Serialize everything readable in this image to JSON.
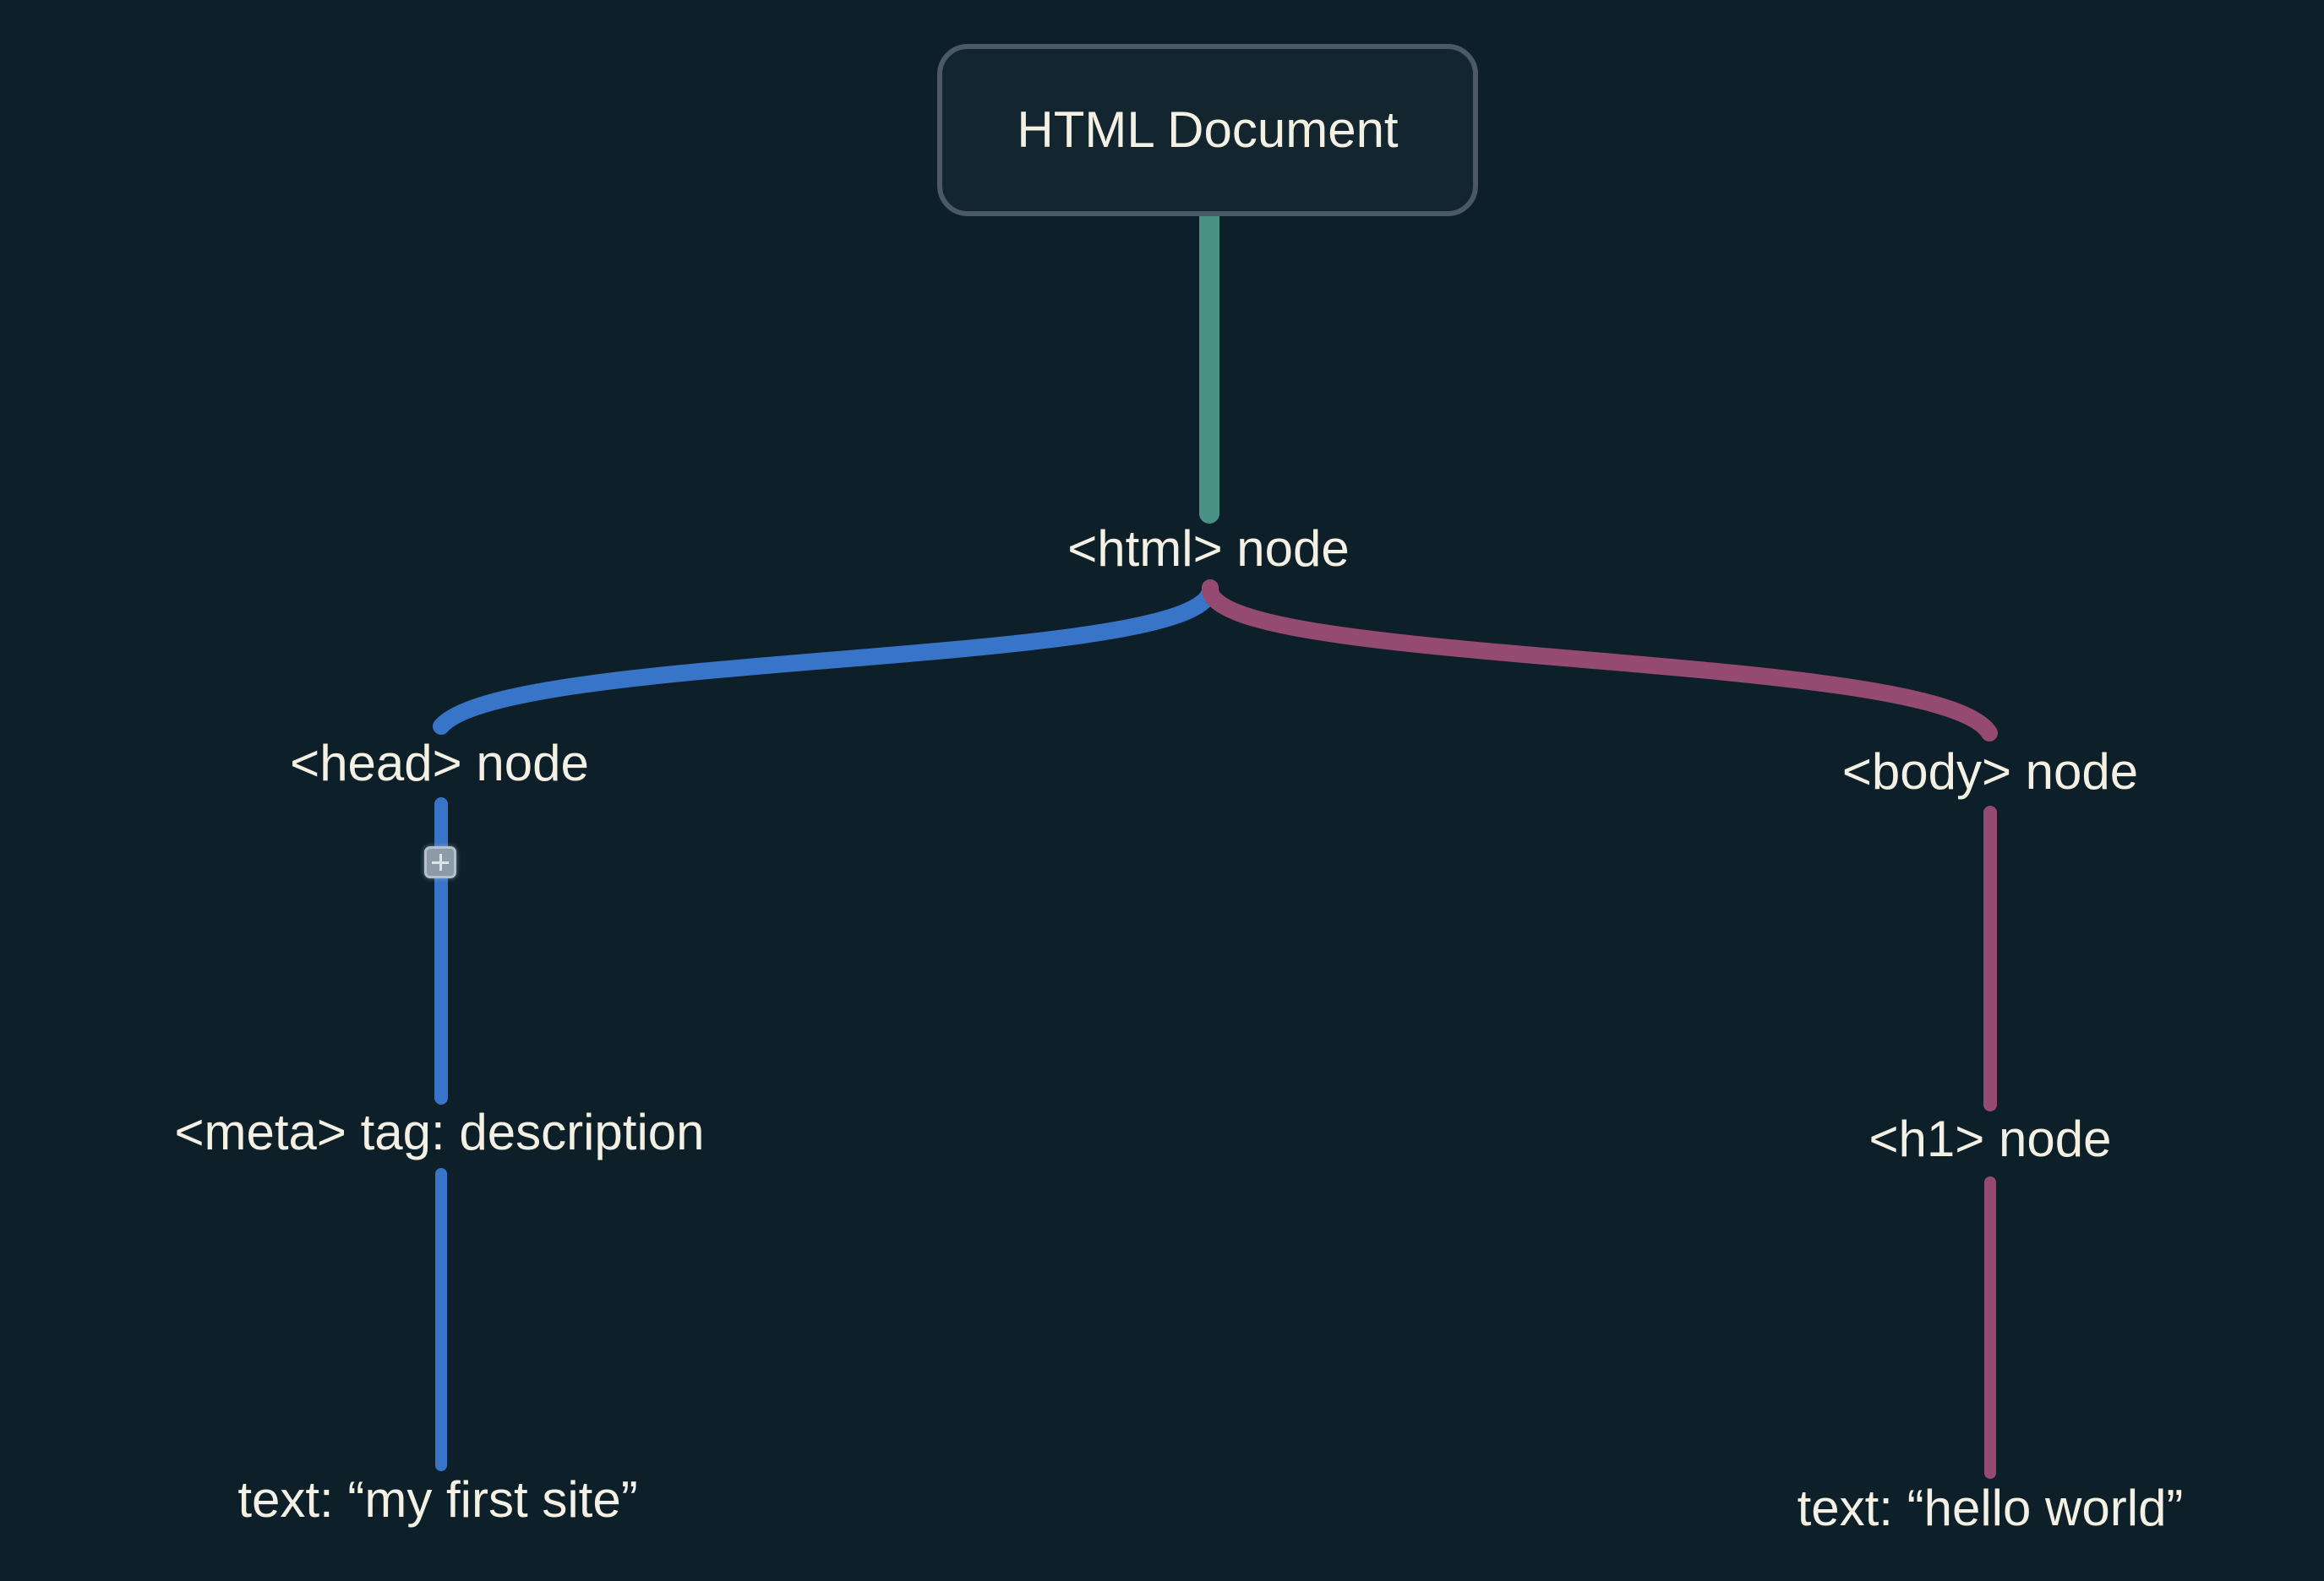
{
  "diagram": {
    "root": {
      "label": "HTML Document"
    },
    "nodes": {
      "html": {
        "label": "<html> node"
      },
      "head": {
        "label": "<head> node"
      },
      "body": {
        "label": "<body> node"
      },
      "meta": {
        "label": "<meta> tag: description"
      },
      "h1": {
        "label": "<h1> node"
      },
      "meta_text": {
        "label": "text: “my first site”"
      },
      "h1_text": {
        "label": "text: “hello world”"
      }
    },
    "edges": [
      {
        "from": "root",
        "to": "html",
        "color": "#4a9185"
      },
      {
        "from": "html",
        "to": "head",
        "color": "#3874c7"
      },
      {
        "from": "html",
        "to": "body",
        "color": "#954a72"
      },
      {
        "from": "head",
        "to": "meta",
        "color": "#3874c7"
      },
      {
        "from": "meta",
        "to": "meta_text",
        "color": "#3874c7"
      },
      {
        "from": "body",
        "to": "h1",
        "color": "#954a72"
      },
      {
        "from": "h1",
        "to": "h1_text",
        "color": "#954a72"
      }
    ],
    "colors": {
      "background": "#0d1f29",
      "root_fill": "#13262f",
      "root_border": "#4a5964",
      "text": "#f4f1e4",
      "branch_root": "#4a9185",
      "branch_head": "#3874c7",
      "branch_body": "#954a72"
    },
    "icons": {
      "collapse_toggle": "plus-square-icon"
    }
  }
}
